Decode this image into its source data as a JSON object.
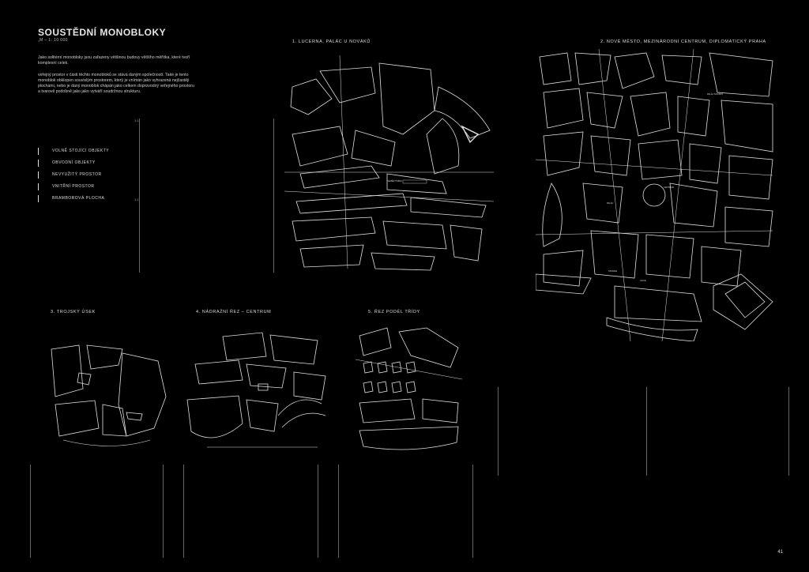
{
  "page": {
    "title": "SOUSTĚDNÍ MONOBLOKY",
    "subtitle": "„M – 1: 10 000",
    "intro": "Jako solitérní monobloky jsou zařazeny většinou budovy většího měřítka, které tvoří komplexní celek.",
    "body": "veřejný prostor v části těchto monobloků se stává daným společností. Také je tento monoblok obklopen souvislým prostorem, který je vnímán jako vyhrazená nejčastěji plochami, nebo je daný monoblok chápán jako celkem doprovodný veřejného prostoru a tvarově podobně jako jako vytváří soudržnou strukturu.",
    "page_number": "41"
  },
  "legend": {
    "items": [
      {
        "label": "VOLNĚ STOJÍCÍ OBJEKTY"
      },
      {
        "label": "OBVODNÍ OBJEKTY"
      },
      {
        "label": "NEVYUŽITÝ PROSTOR"
      },
      {
        "label": "VNITŘNÍ PROSTOR"
      },
      {
        "label": "BRAMBOROVÁ PLOCHA"
      }
    ]
  },
  "maps": {
    "m1": {
      "title": "1. LUCERNA, PALÁC U NOVÁKŮ"
    },
    "m2": {
      "title": "2. NOVÉ MĚSTO, MEZINÁRODNÍ CENTRUM, DIPLOMATICKÝ PRAHA"
    },
    "m3": {
      "title": "3. TROJSKÝ ÚSEK"
    },
    "m4": {
      "title": "4. NÁDRAŽNÍ ŘEZ – CENTRUM"
    },
    "m5": {
      "title": "5. ŘEZ PODÉL TŘÍDY"
    }
  },
  "map_labels": {
    "l1": "PALÁC NOVÁKŮ",
    "l2": "CENTRUM",
    "l3": "NÁMĚSTÍ MÍRU",
    "l4": "PALÁC",
    "l5": "STANICE",
    "l6": "ULICE"
  },
  "scale": {
    "s1": "1:1",
    "s2": "1:1"
  }
}
